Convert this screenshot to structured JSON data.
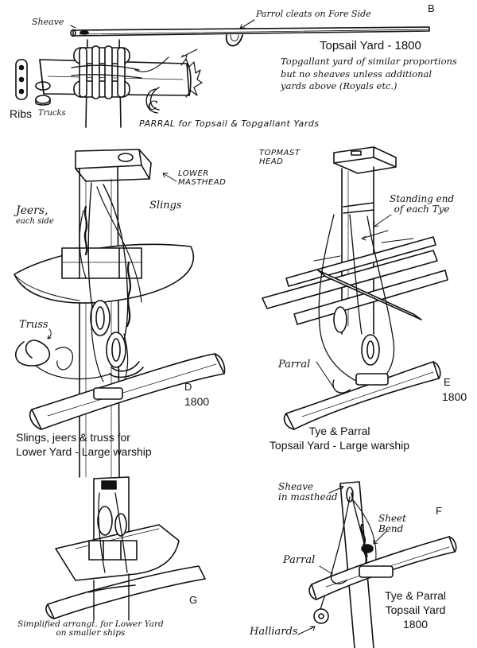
{
  "panel_b": {
    "letter": "B",
    "title": "Topsail Yard - 1800",
    "sheave": "Sheave",
    "parrol_cleats": "Parrol cleats on Fore Side",
    "note": [
      "Topgallant yard of similar proportions",
      "but no sheaves unless additional",
      "yards above (Royals etc.)"
    ],
    "ribs": "Ribs",
    "trucks": "Trucks",
    "c_letter": "C",
    "parral_caption": "PARRAL  for Topsail & Topgallant Yards"
  },
  "panel_d": {
    "lower_masthead": [
      "LOWER",
      "MASTHEAD"
    ],
    "jeers": "Jeers,",
    "each_side": "each side",
    "slings": "Slings",
    "truss": "Truss",
    "letter": "D",
    "year": "1800",
    "caption": [
      "Slings, jeers & truss for",
      "Lower Yard - Large warship"
    ]
  },
  "panel_e": {
    "topmast_head": [
      "TOPMAST",
      "HEAD"
    ],
    "standing_end": [
      "Standing end",
      "of each Tye"
    ],
    "parral": "Parral",
    "letter": "E",
    "year": "1800",
    "caption": [
      "Tye & Parral",
      "Topsail Yard - Large warship"
    ]
  },
  "panel_g": {
    "letter": "G",
    "caption": [
      "Simplified arrangt. for Lower Yard",
      "on smaller ships"
    ]
  },
  "panel_f": {
    "sheave": [
      "Sheave",
      "in masthead"
    ],
    "sheet_bend": [
      "Sheet",
      "Bend"
    ],
    "letter": "F",
    "parral": "Parral",
    "halliards": "Halliards",
    "caption": [
      "Tye & Parral",
      "Topsail Yard",
      "1800"
    ]
  }
}
